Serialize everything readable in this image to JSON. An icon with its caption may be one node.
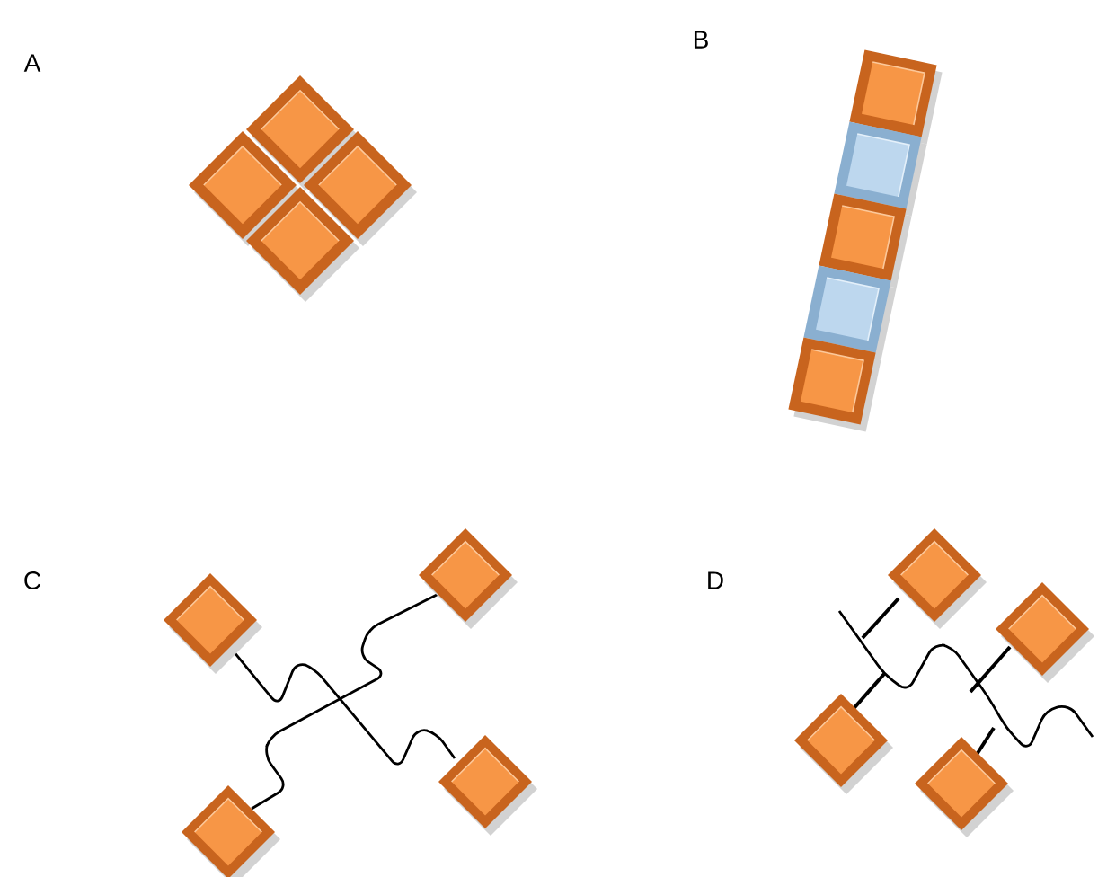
{
  "diagram": {
    "labels": [
      "A",
      "B",
      "C",
      "D"
    ]
  }
}
